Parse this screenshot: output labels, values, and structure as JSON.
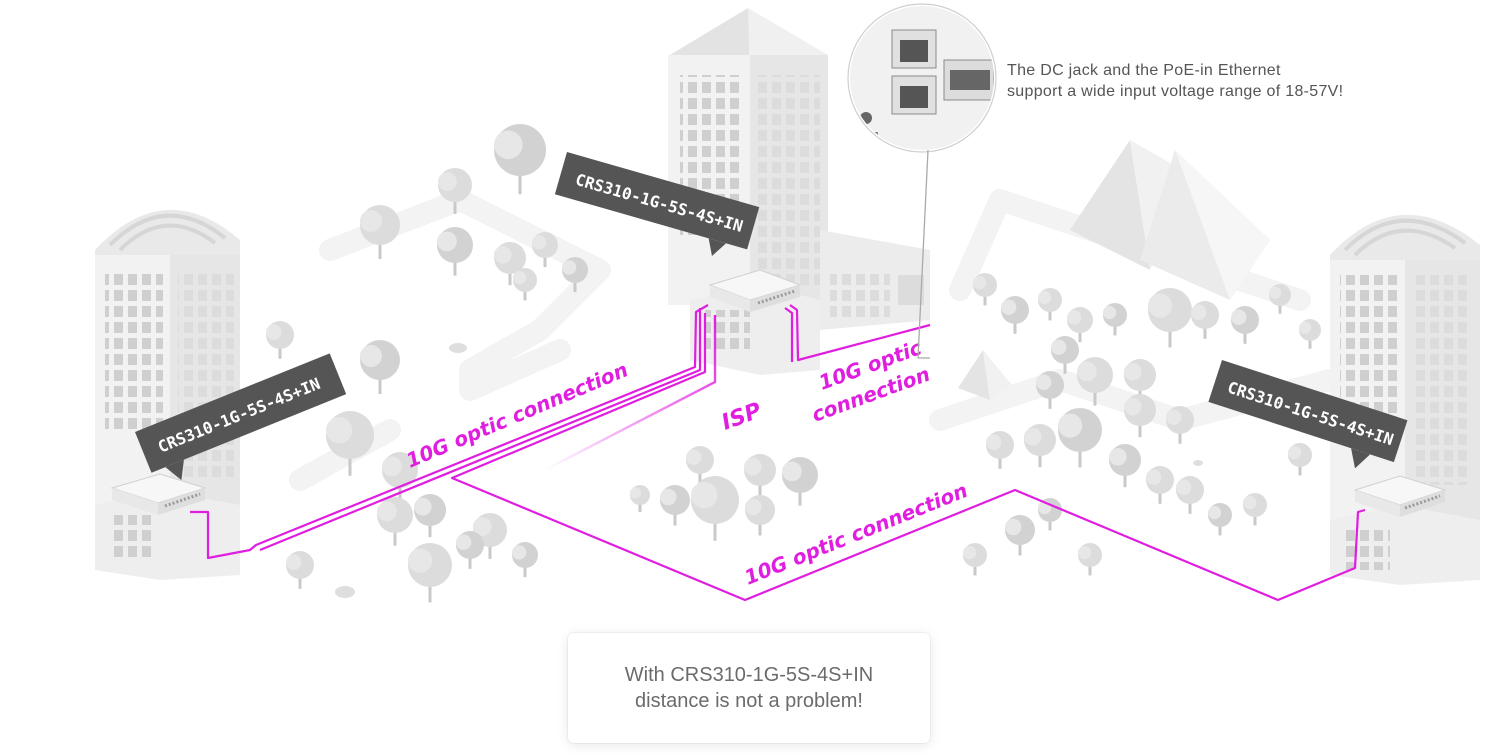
{
  "diagram": {
    "device_tags": {
      "left": "CRS310-1G-5S-4S+IN",
      "center": "CRS310-1G-5S-4S+IN",
      "right": "CRS310-1G-5S-4S+IN"
    },
    "links": {
      "left_to_center": "10G optic connection",
      "center_right": "10G optic connection",
      "bottom": "10G optic connection",
      "isp": "ISP"
    },
    "note": {
      "line1": "The DC jack and the PoE-in Ethernet",
      "line2": "support a wide input voltage range of 18-57V!"
    },
    "caption": {
      "line1": "With CRS310-1G-5S-4S+IN",
      "line2": "distance is not a problem!"
    },
    "colors": {
      "fiber": "#e01ee0",
      "tag_bg": "#555555",
      "building": "#eeeeee",
      "tree": "#d8d8d8"
    }
  }
}
